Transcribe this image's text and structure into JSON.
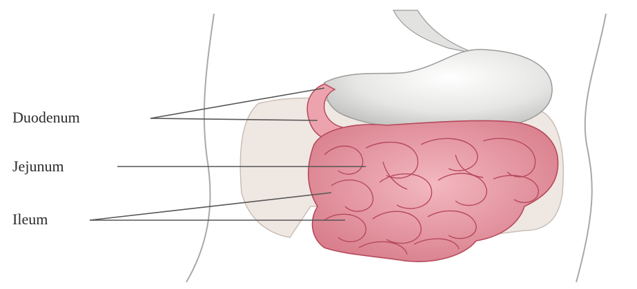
{
  "labels": {
    "duodenum": "Duodenum",
    "jejunum": "Jejunum",
    "ileum": "Ileum"
  },
  "colors": {
    "intestine_fill": "#e9a0aa",
    "intestine_stroke": "#b5485b",
    "stomach_fill": "#ececea",
    "colon_fill": "#efe7e2",
    "body_outline": "#a8a8a8",
    "leader_line": "#555555"
  }
}
